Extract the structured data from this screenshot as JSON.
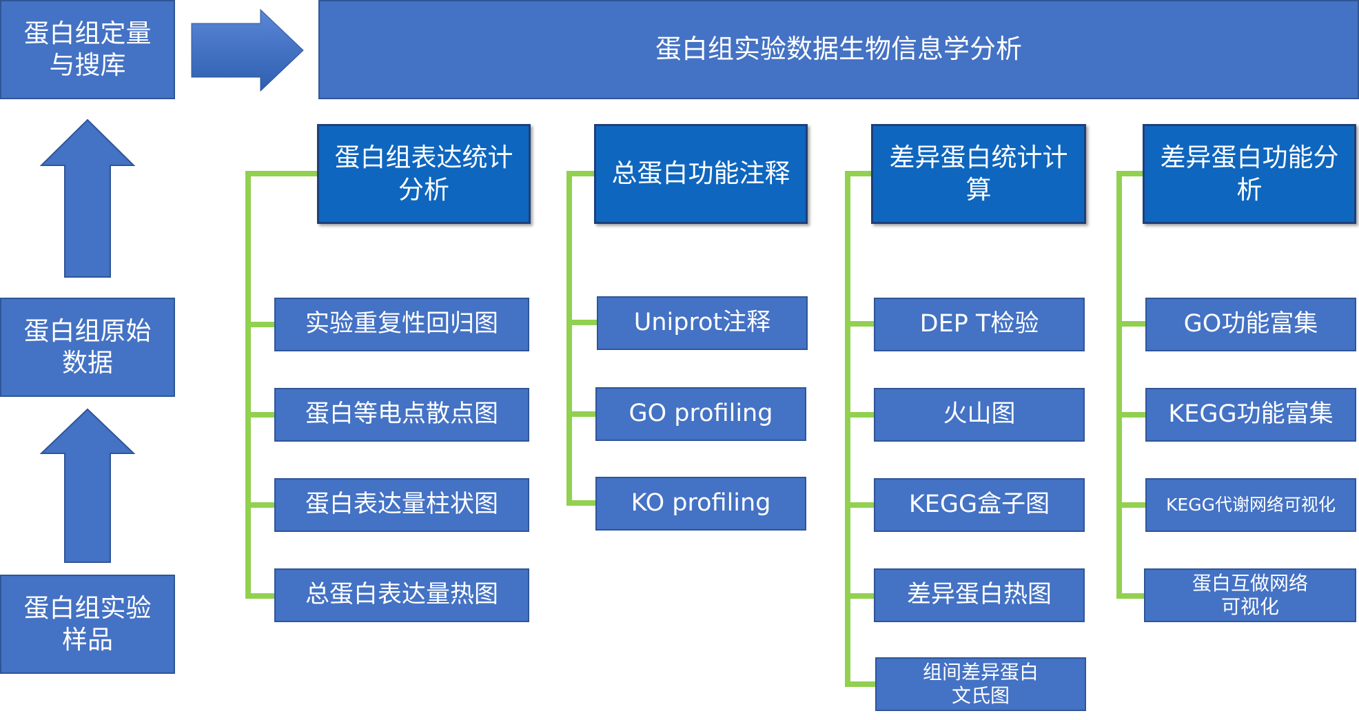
{
  "colors": {
    "box_fill": "#4472C4",
    "header_fill": "#0F66BE",
    "connector": "#92D050",
    "text": "#FFFFFF"
  },
  "left_flow": {
    "search": "蛋白组定量\n与搜库",
    "raw_data": "蛋白组原始\n数据",
    "samples": "蛋白组实验\n样品"
  },
  "banner": "蛋白组实验数据生物信息学分析",
  "columns": [
    {
      "header": "蛋白组表达统计\n分析",
      "items": [
        "实验重复性回归图",
        "蛋白等电点散点图",
        "蛋白表达量柱状图",
        "总蛋白表达量热图"
      ]
    },
    {
      "header": "总蛋白功能注释",
      "items": [
        "Uniprot注释",
        "GO profiling",
        "KO profiling"
      ]
    },
    {
      "header": "差异蛋白统计计\n算",
      "items": [
        "DEP T检验",
        "火山图",
        "KEGG盒子图",
        "差异蛋白热图",
        "组间差异蛋白\n文氏图"
      ]
    },
    {
      "header": "差异蛋白功能分\n析",
      "items": [
        "GO功能富集",
        "KEGG功能富集",
        "KEGG代谢网络可视化",
        "蛋白互做网络\n可视化"
      ]
    }
  ]
}
